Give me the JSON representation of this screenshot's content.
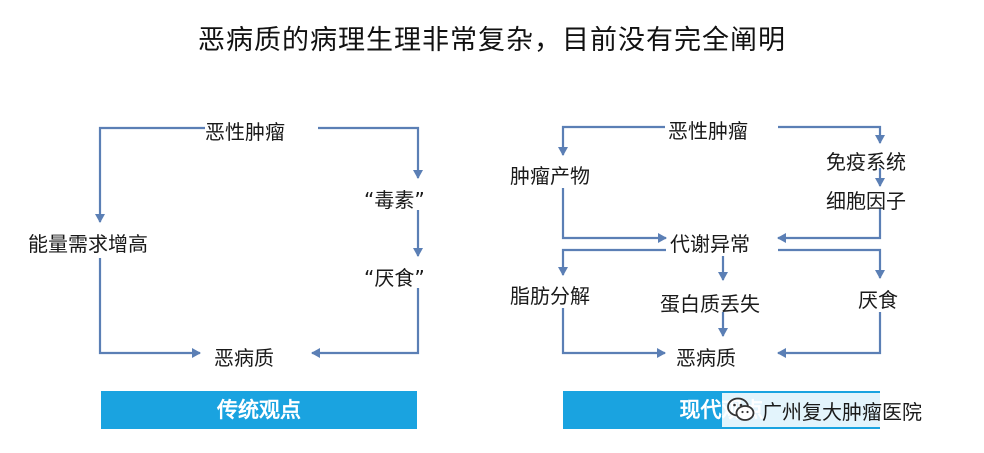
{
  "title": "恶病质的病理生理非常复杂，目前没有完全阐明",
  "colors": {
    "arrow": "#5b7fb5",
    "banner": "#1aa3e0",
    "banner_text": "#ffffff"
  },
  "left": {
    "top": "恶性肿瘤",
    "energy": "能量需求增高",
    "toxin": "“毒素”",
    "anorexia": "“厌食”",
    "bottom": "恶病质",
    "banner": "传统观点"
  },
  "right": {
    "top": "恶性肿瘤",
    "tumor_products": "肿瘤产物",
    "immune_1": "免疫系统",
    "immune_2": "细胞因子",
    "metabolic": "代谢异常",
    "lipolysis": "脂肪分解",
    "protein_loss": "蛋白质丢失",
    "anorexia": "厌食",
    "bottom": "恶病质",
    "banner": "现代观点"
  },
  "watermark": {
    "icon": "wechat-icon",
    "text": "广州复大肿瘤医院"
  }
}
